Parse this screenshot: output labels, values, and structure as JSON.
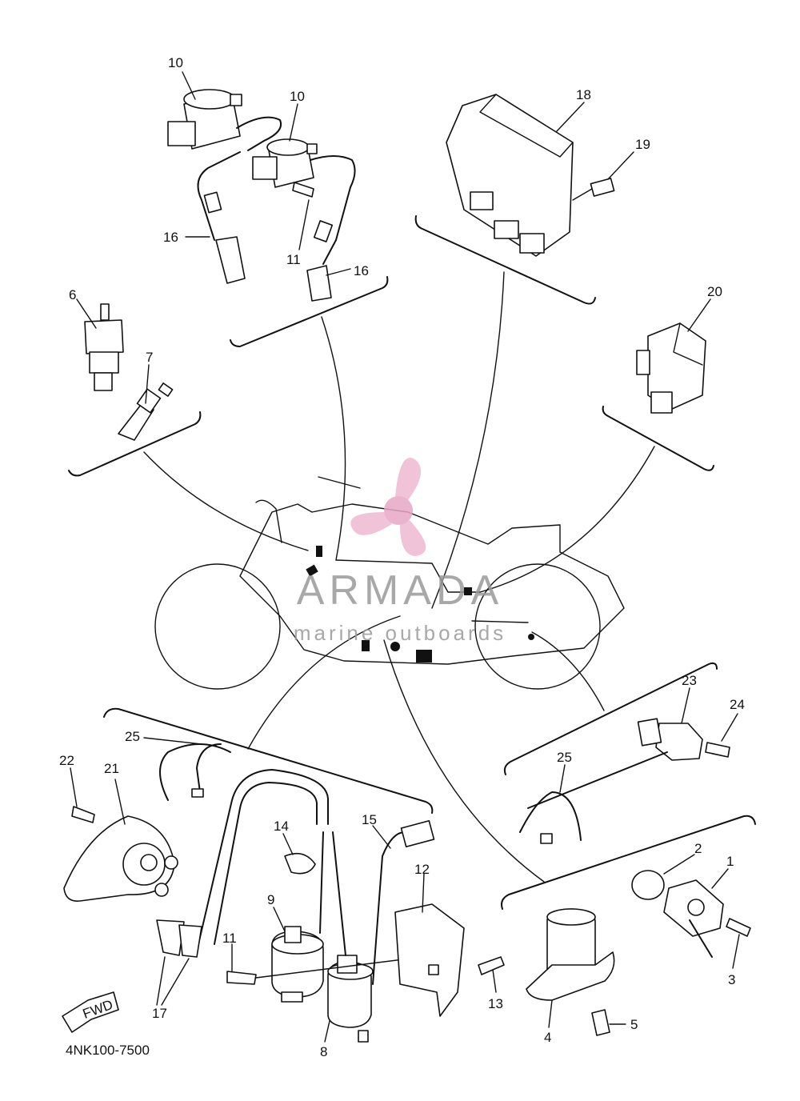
{
  "diagram": {
    "code": "4NK100-7500",
    "watermark": {
      "brand": "ARMADA",
      "tagline": "marine outboards"
    },
    "fwd_label": "FWD",
    "callouts": {
      "c1": "1",
      "c2": "2",
      "c3": "3",
      "c4": "4",
      "c5": "5",
      "c6": "6",
      "c7": "7",
      "c8": "8",
      "c9": "9",
      "c10a": "10",
      "c10b": "10",
      "c11a": "11",
      "c11b": "11",
      "c12": "12",
      "c13": "13",
      "c14": "14",
      "c15": "15",
      "c16a": "16",
      "c16b": "16",
      "c17": "17",
      "c18": "18",
      "c19": "19",
      "c20": "20",
      "c21": "21",
      "c22": "22",
      "c23": "23",
      "c24": "24",
      "c25a": "25",
      "c25b": "25"
    },
    "colors": {
      "line": "#111111",
      "watermark": "#e8a8c6",
      "watermark_text": "#9a9a9a"
    }
  }
}
